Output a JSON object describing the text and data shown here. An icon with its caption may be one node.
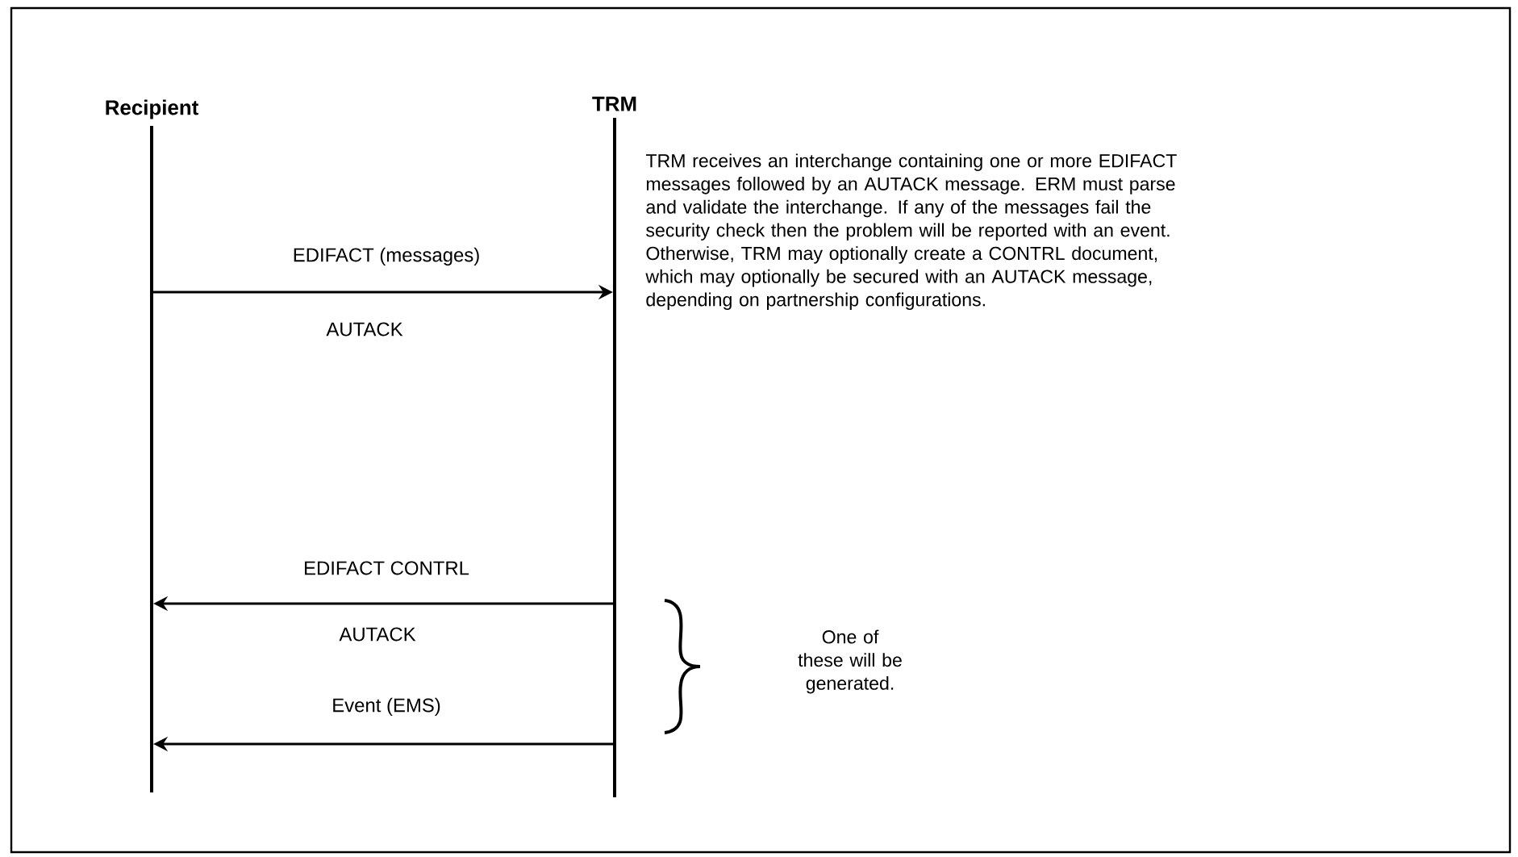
{
  "diagram": {
    "nodes": [
      {
        "text": [
          "Recipient"
        ]
      },
      {
        "text": [
          "TRM"
        ]
      }
    ],
    "edges": [
      {
        "from": 0,
        "to": 1,
        "arrow": "to",
        "label": "EDIFACT (messages)"
      },
      {
        "from": 1,
        "to": 0,
        "arrow": "to",
        "label": "EDIFACT CONTRL"
      },
      {
        "from": 1,
        "to": 0,
        "arrow": "to",
        "label": "Event (EMS)"
      }
    ],
    "labels": [
      "TRM receives an interchange containing one or more EDIFACT messages followed by an AUTACK message. ERM must parse and validate the interchange. If any of the messages fail the security check then the problem will be reported with an event. Otherwise, TRM may optionally create a CONTRL document, which may optionally be secured with an AUTACK message, depending on partnership configurations.",
      "AUTACK",
      "AUTACK",
      "One of these will be generated."
    ]
  }
}
